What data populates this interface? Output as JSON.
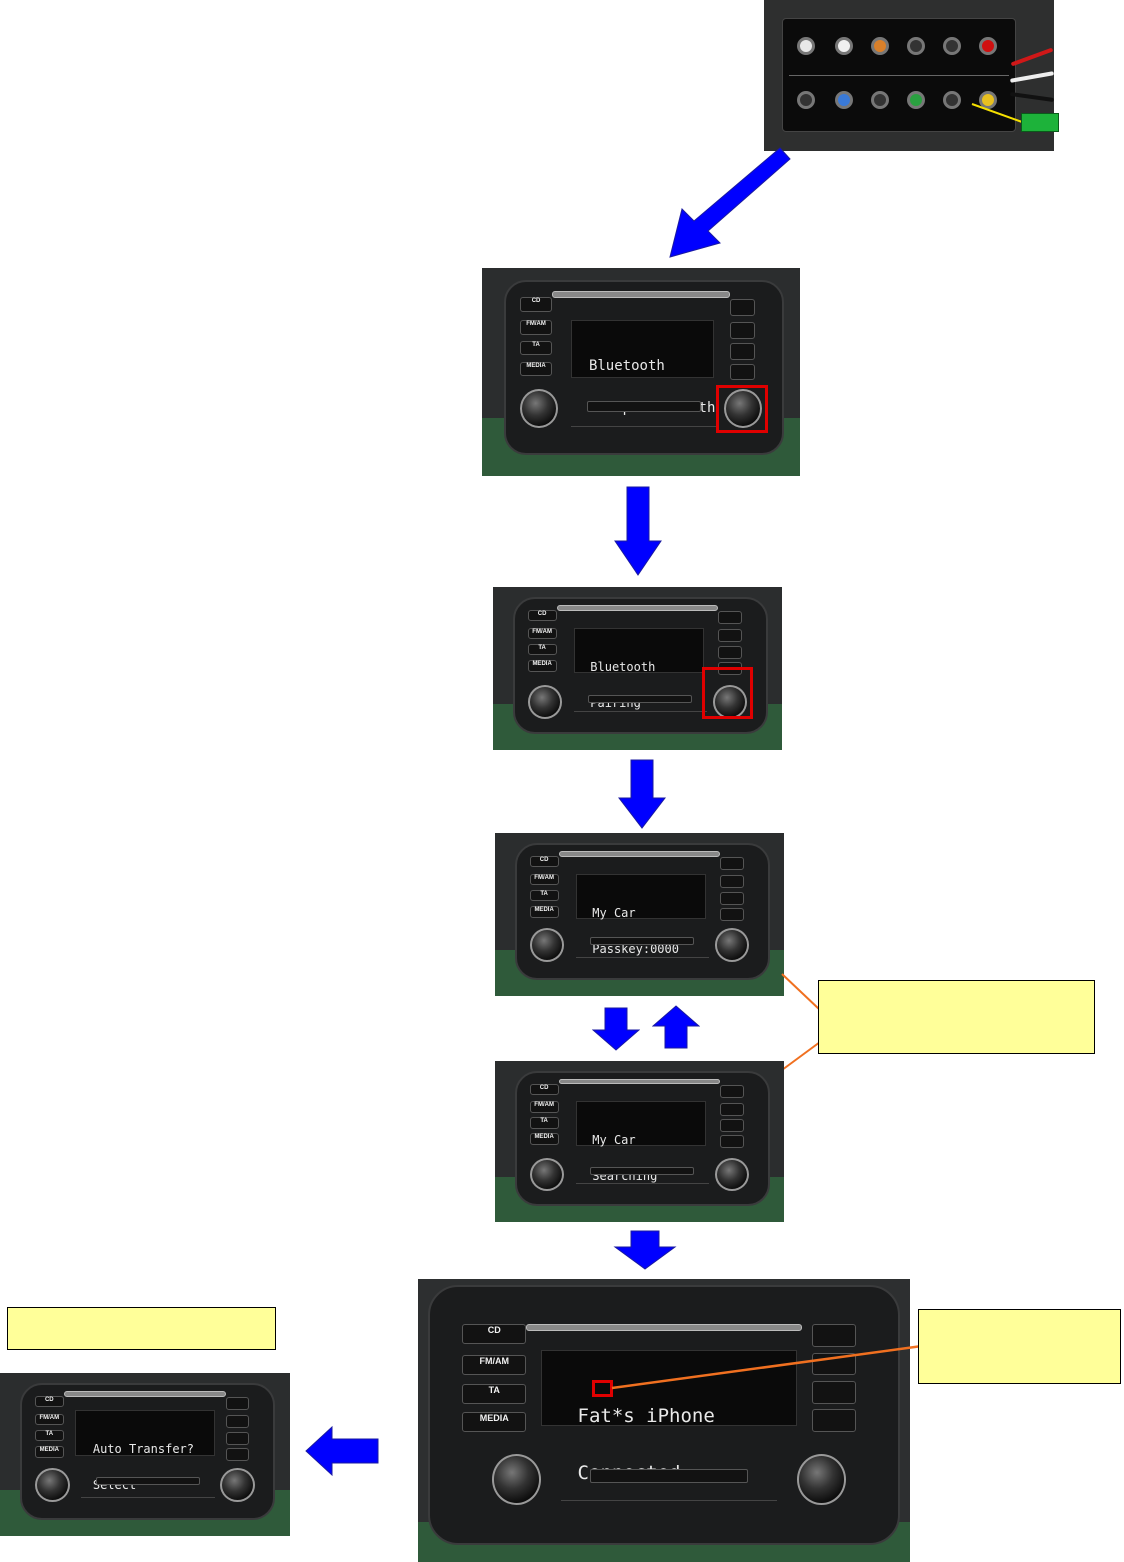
{
  "screens": [
    {
      "line1": "Bluetooth",
      "line2": "Setup Bluetooth"
    },
    {
      "line1": "Bluetooth",
      "line2": "Pairing"
    },
    {
      "line1": "My Car",
      "line2": "Passkey:0000"
    },
    {
      "line1": "My Car",
      "line2": "Searching"
    },
    {
      "line1": "Fat*s iPhone",
      "line2": "Connected"
    },
    {
      "line1": "Auto Transfer?",
      "line2": "Select"
    }
  ],
  "callouts": {
    "green_tag": "",
    "loop_note": "",
    "select_note": "",
    "icon_note": ""
  },
  "colors": {
    "arrow": "#0000ff",
    "highlight": "#e00000",
    "callout_fill": "#ffff99",
    "leader_line": "#f07020",
    "tag_green": "#1db23a"
  }
}
